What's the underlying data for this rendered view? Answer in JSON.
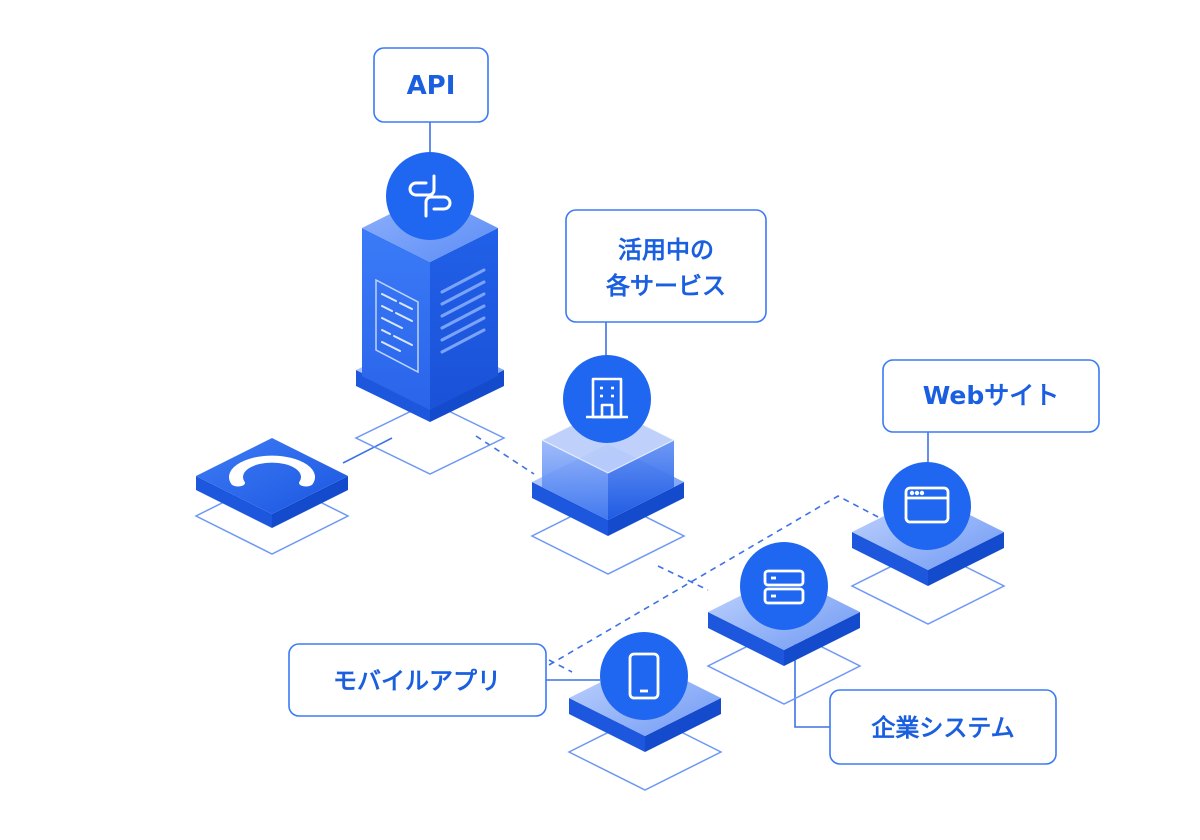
{
  "labels": {
    "api": "API",
    "services_line1": "活用中の",
    "services_line2": "各サービス",
    "website": "Webサイト",
    "mobile_app": "モバイルアプリ",
    "enterprise": "企業システム"
  },
  "icons": {
    "api": "api-connector-icon",
    "services": "office-building-icon",
    "website": "browser-window-icon",
    "enterprise": "database-server-icon",
    "mobile": "smartphone-icon",
    "sync": "refresh-arc-icon"
  },
  "colors": {
    "primary": "#1f66f0",
    "label_text": "#1a5fe0",
    "label_border": "#3b7af5",
    "platform_top_light": "#bcd0fb",
    "platform_top_dark": "#6f9af6",
    "platform_side": "#1d57de",
    "outline": "#6e98f3",
    "connector": "#3e72e6"
  }
}
